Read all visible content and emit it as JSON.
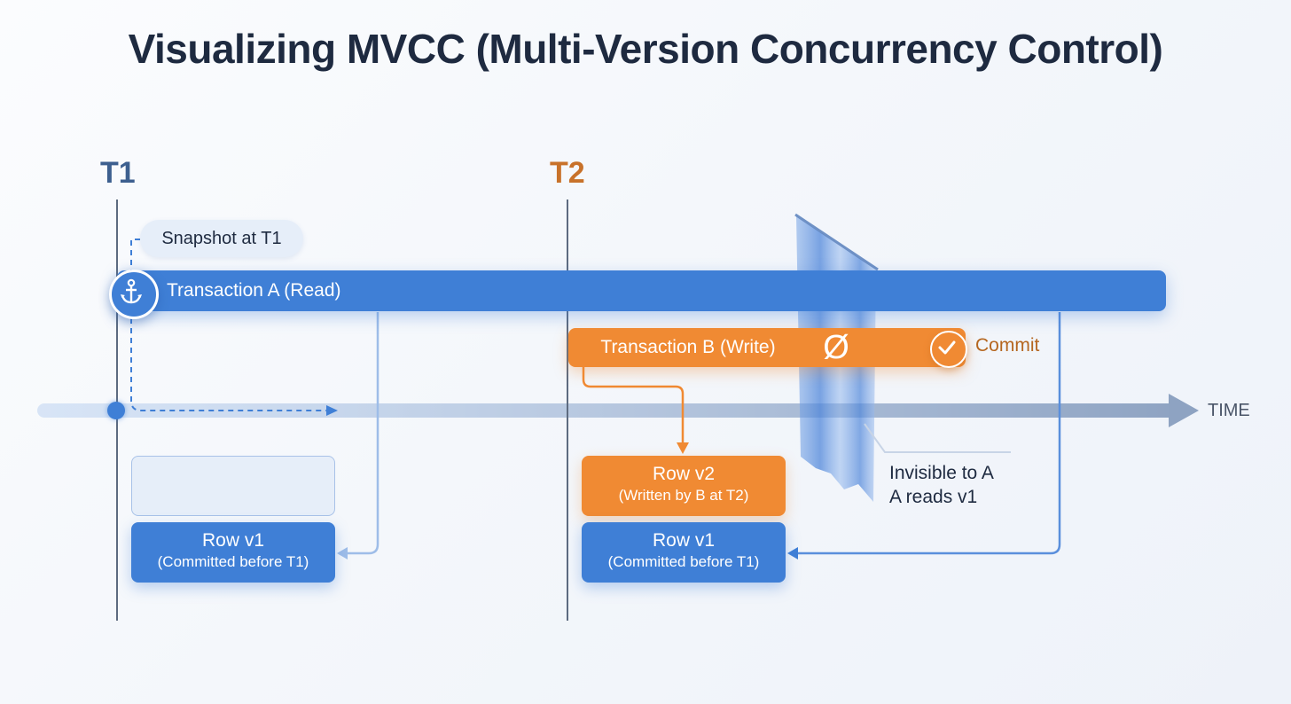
{
  "title": "Visualizing MVCC (Multi-Version Concurrency Control)",
  "timeline": {
    "t1_label": "T1",
    "t2_label": "T2",
    "axis_label": "TIME"
  },
  "snapshot": {
    "label": "Snapshot at T1"
  },
  "transaction_a": {
    "label": "Transaction A (Read)",
    "icon": "anchor-icon"
  },
  "transaction_b": {
    "label": "Transaction B (Write)",
    "blocked_symbol": "Ø",
    "commit_label": "Commit",
    "commit_icon": "check-icon"
  },
  "rows_t1": {
    "row_v1_title": "Row v1",
    "row_v1_sub": "(Committed before T1)"
  },
  "rows_t2": {
    "row_v2_title": "Row v2",
    "row_v2_sub": "(Written by B at T2)",
    "row_v1_title": "Row v1",
    "row_v1_sub": "(Committed before T1)"
  },
  "note": {
    "line1": "Invisible to A",
    "line2": "A reads v1"
  },
  "colors": {
    "blue": "#3f7fd6",
    "orange": "#f08a33",
    "title": "#1e2a40",
    "t1": "#3d5f8f",
    "t2": "#c8722a"
  }
}
